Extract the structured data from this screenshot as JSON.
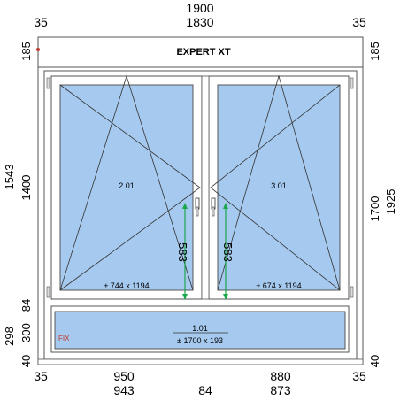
{
  "header": {
    "title": "EXPERT XT"
  },
  "dims": {
    "top_total": "1900",
    "top_inner": "1830",
    "top_left_offset": "35",
    "top_right_offset": "35",
    "left_header": "185",
    "right_header": "185",
    "left_outer": "1543",
    "left_inner": "1400",
    "left_84": "84",
    "left_298": "298",
    "left_300": "300",
    "left_40": "40",
    "right_1925": "1925",
    "right_1700": "1700",
    "right_40": "40",
    "bottom_left_offset": "35",
    "bottom_950": "950",
    "bottom_943": "943",
    "bottom_84": "84",
    "bottom_880": "880",
    "bottom_873": "873",
    "bottom_right_offset": "35"
  },
  "sashes": {
    "left": {
      "label": "2.01",
      "size": "± 744 x 1194",
      "handle_height": "583"
    },
    "right": {
      "label": "3.01",
      "size": "± 674 x 1194",
      "handle_height": "583"
    }
  },
  "fixed_panel": {
    "label": "1.01",
    "size": "± 1700 x 193",
    "type": "FIX"
  },
  "colors": {
    "glass": "#a6c9ef",
    "frame": "#ffffff",
    "outline": "#555555",
    "accent_red": "#c0392b",
    "handle_green": "#1aa84a"
  }
}
